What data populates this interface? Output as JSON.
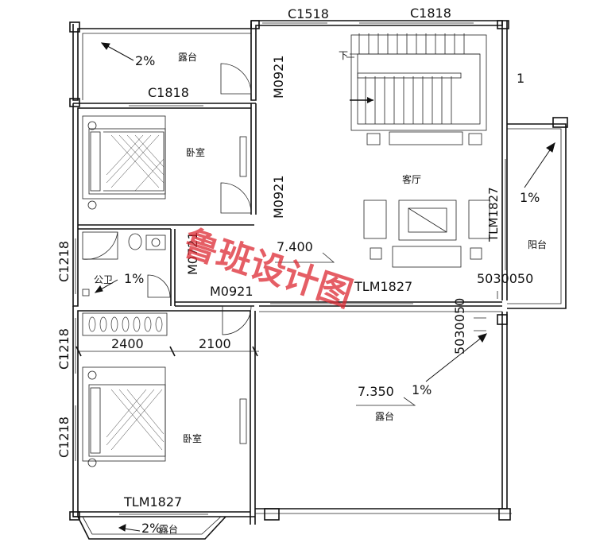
{
  "rooms": {
    "terrace_top": "露台",
    "bedroom_top": "卧室",
    "living_room": "客厅",
    "balcony": "阳台",
    "bathroom": "公卫",
    "bedroom_bottom": "卧室",
    "terrace_big": "露台",
    "terrace_bottom": "露台"
  },
  "windows": {
    "c1518": "C1518",
    "c1818_top": "C1818",
    "c1818_bed": "C1818",
    "c1218_a": "C1218",
    "c1218_b": "C1218",
    "c1218_c": "C1218",
    "tlm1827_right": "TLM1827",
    "tlm1827_mid": "TLM1827",
    "tlm1827_bottom": "TLM1827"
  },
  "doors": {
    "m0921_top": "M0921",
    "m0921_mid": "M0921",
    "m0921_low": "M0921",
    "m0721": "M0721",
    "m5030050_h": "5030050",
    "m5030050_v": "5030050"
  },
  "slopes": {
    "terrace_top": "2%",
    "bathroom": "1%",
    "balcony": "1%",
    "terrace_big": "1%",
    "terrace_bottom": "2%"
  },
  "elevations": {
    "floor": "7.400",
    "terrace": "7.350"
  },
  "dimensions": {
    "d2400": "2400",
    "d2100": "2100"
  },
  "stairs": {
    "down": "下",
    "mark": "1"
  },
  "watermark": "鲁班设计图"
}
